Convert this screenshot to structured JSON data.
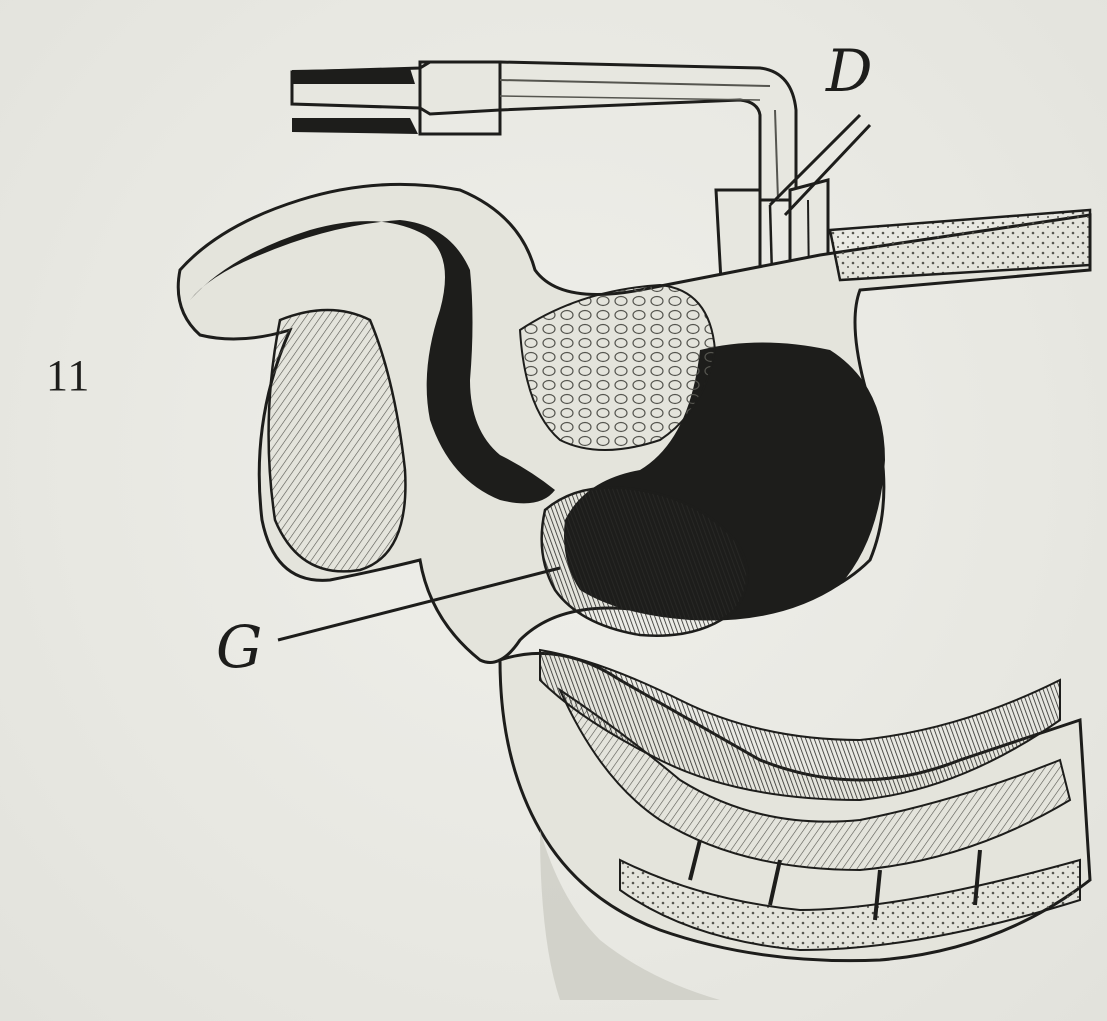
{
  "figure": {
    "number": "11",
    "labels": {
      "d": "D",
      "g": "G"
    }
  },
  "colors": {
    "paper": "#e9e9e3",
    "ink": "#1d1d1b",
    "mid_ink": "#55554f",
    "fill_light": "#e4e4dc"
  }
}
